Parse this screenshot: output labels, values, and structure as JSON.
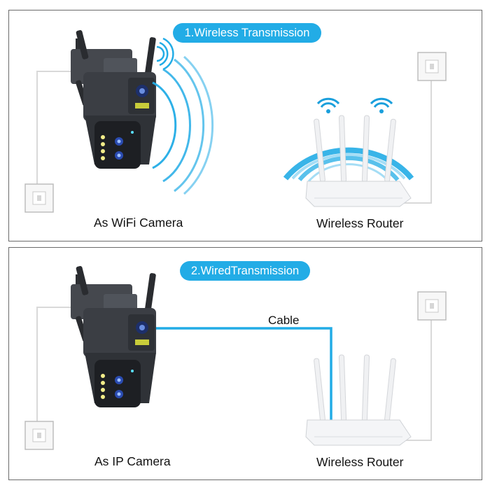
{
  "panels": [
    {
      "pill": "1.Wireless Transmission",
      "camera_caption": "As WiFi Camera",
      "router_caption": "Wireless Router"
    },
    {
      "pill": "2.WiredTransmission",
      "camera_caption": "As IP Camera",
      "router_caption": "Wireless Router",
      "cable_label": "Cable"
    }
  ],
  "colors": {
    "accent": "#22ace6",
    "panel_border": "#6b6b6b",
    "camera_body": "#3b3e44",
    "router": "#f4f5f7"
  }
}
